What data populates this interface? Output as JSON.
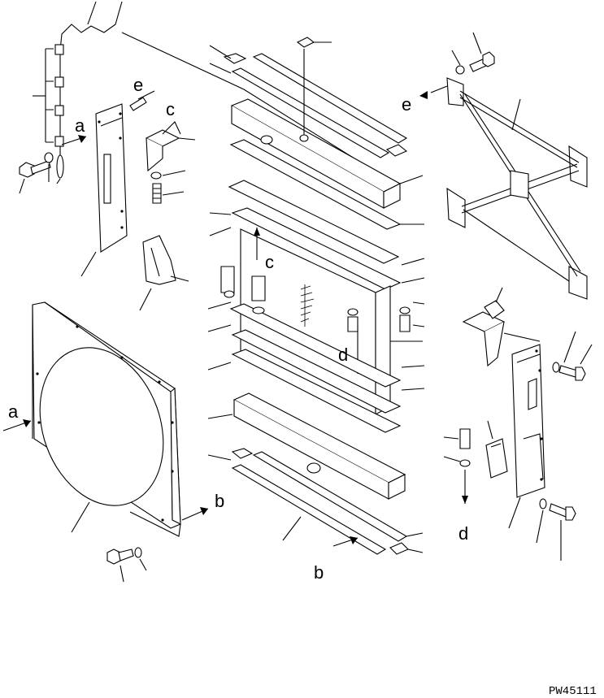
{
  "drawing_code": "PW45111",
  "callouts": {
    "a_left": "a",
    "a_upper": "a",
    "b_lower": "b",
    "b_right": "b",
    "c_upper": "c",
    "c_core": "c",
    "d_core": "d",
    "d_right": "d",
    "e_left": "e",
    "e_right": "e"
  }
}
